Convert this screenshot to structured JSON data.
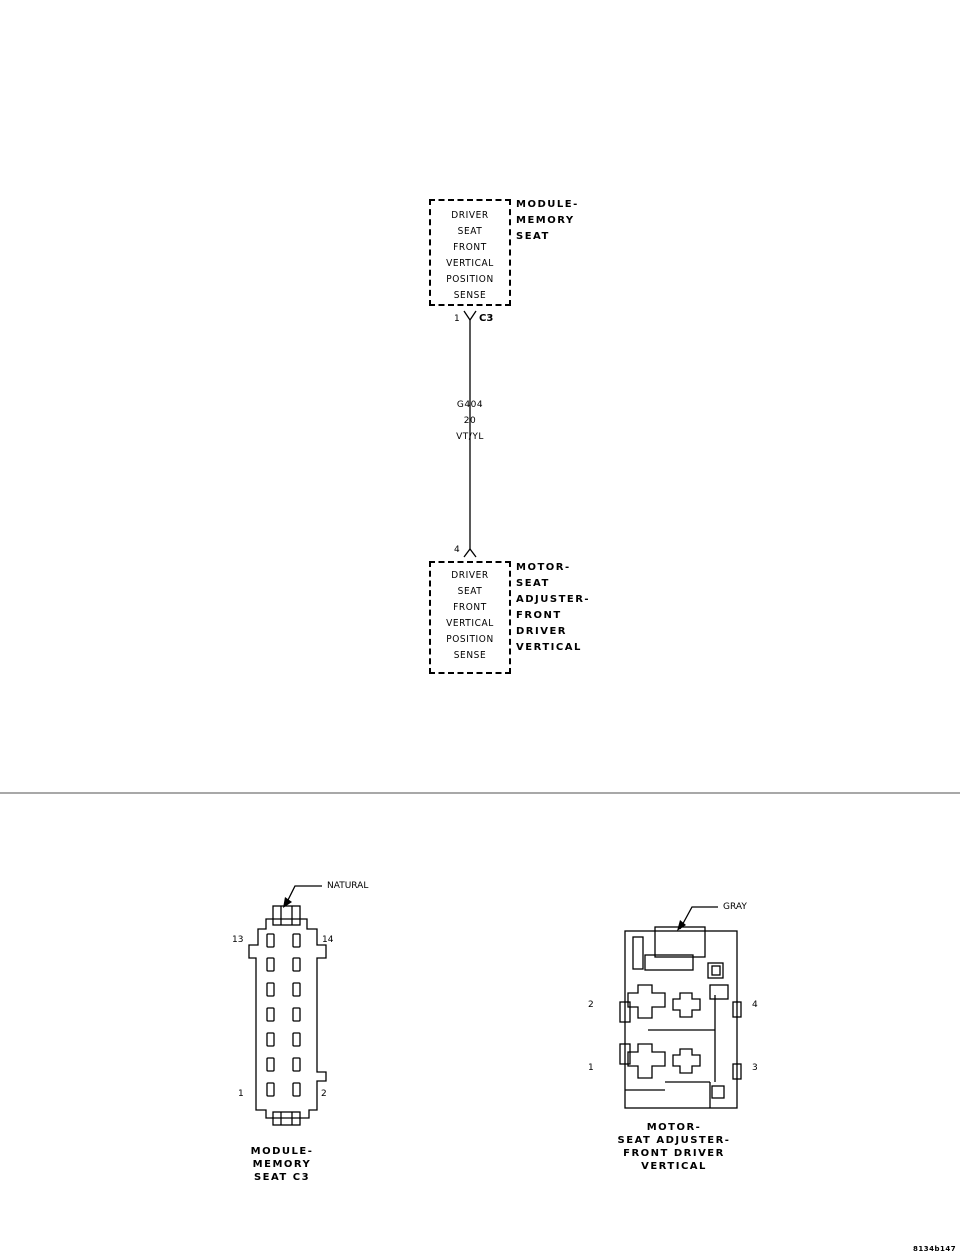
{
  "schematic": {
    "top_component": {
      "box_lines": [
        "DRIVER",
        "SEAT",
        "FRONT",
        "VERTICAL",
        "POSITION",
        "SENSE"
      ],
      "name_lines": [
        "MODULE-",
        "MEMORY",
        "SEAT"
      ],
      "pin": "1",
      "connector": "C3"
    },
    "wire": {
      "circuit": "G404",
      "gauge": "20",
      "color": "VT/YL"
    },
    "bottom_component": {
      "box_lines": [
        "DRIVER",
        "SEAT",
        "FRONT",
        "VERTICAL",
        "POSITION",
        "SENSE"
      ],
      "name_lines": [
        "MOTOR-",
        "SEAT",
        "ADJUSTER-",
        "FRONT",
        "DRIVER",
        "VERTICAL"
      ],
      "pin": "4"
    }
  },
  "connector_views": {
    "left": {
      "color_label": "NATURAL",
      "pin_labels": {
        "top_left": "13",
        "top_right": "14",
        "bottom_left": "1",
        "bottom_right": "2"
      },
      "caption_lines": [
        "MODULE-",
        "MEMORY",
        "SEAT C3"
      ]
    },
    "right": {
      "color_label": "GRAY",
      "pin_labels": {
        "upper_left": "2",
        "upper_right": "4",
        "lower_left": "1",
        "lower_right": "3"
      },
      "caption_lines": [
        "MOTOR-",
        "SEAT ADJUSTER-",
        "FRONT DRIVER",
        "VERTICAL"
      ]
    }
  },
  "figure_id": "8134b147"
}
